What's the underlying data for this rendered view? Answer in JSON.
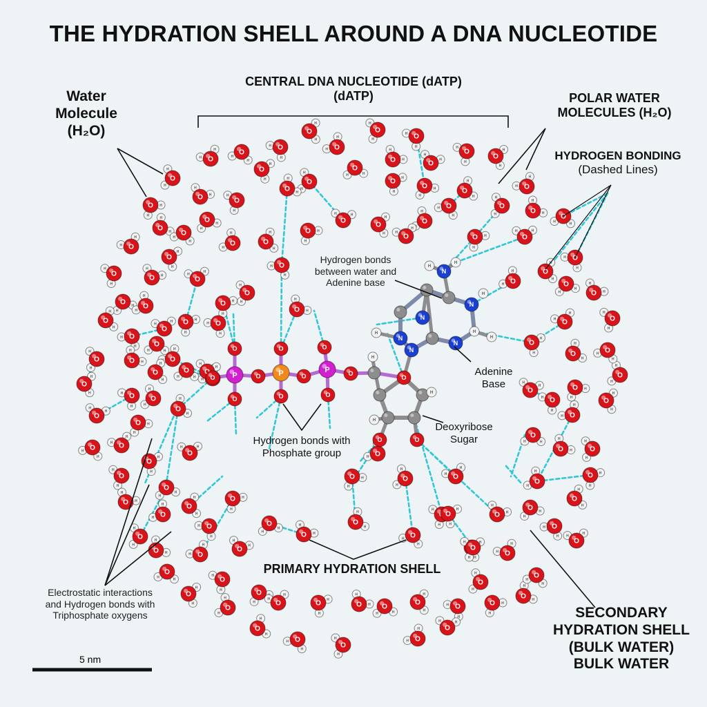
{
  "title": "THE HYDRATION SHELL AROUND A DNA NUCLEOTIDE",
  "labels": {
    "central_line1": "CENTRAL DNA NUCLEOTIDE (dATP)",
    "central_line2": "(dATP)",
    "water_line1": "Water",
    "water_line2": "Molecule",
    "water_line3": "(H₂O)",
    "polar_line1": "POLAR WATER",
    "polar_line2": "MOLECULES (H₂O)",
    "hbond_line1": "HYDROGEN BONDING",
    "hbond_line2": "(Dashed Lines)",
    "adenine_hb_line1": "Hydrogen bonds",
    "adenine_hb_line2": "between water and",
    "adenine_hb_line3": "Adenine base",
    "adenine_line1": "Adenine",
    "adenine_line2": "Base",
    "sugar_line1": "Deoxyribose",
    "sugar_line2": "Sugar",
    "phosphate_line1": "Hydrogen bonds with",
    "phosphate_line2": "Phosphate group",
    "primary_shell": "PRIMARY HYDRATION SHELL",
    "electro_line1": "Electrostatic interactions",
    "electro_line2": "and Hydrogen bonds with",
    "electro_line3": "Triphosphate oxygens",
    "secondary_line1": "SECONDARY",
    "secondary_line2": "HYDRATION SHELL",
    "secondary_line3": "(BULK WATER)",
    "secondary_line4": "BULK WATER",
    "scale_bar": "5 nm"
  },
  "atom_letters": {
    "oxygen": "O",
    "hydrogen": "H",
    "nitrogen": "N",
    "phosphorus": "P"
  },
  "colors": {
    "background": "#eef3f6",
    "oxygen": "#d8141a",
    "hydrogen": "#f2f2f2",
    "nitrogen": "#1b3fd0",
    "carbon": "#8d8d8d",
    "phosphorus_magenta": "#d21fcf",
    "phosphorus_orange": "#f08a1d",
    "hydrogen_bond": "#35c6d6",
    "label_lines": "#111111"
  }
}
